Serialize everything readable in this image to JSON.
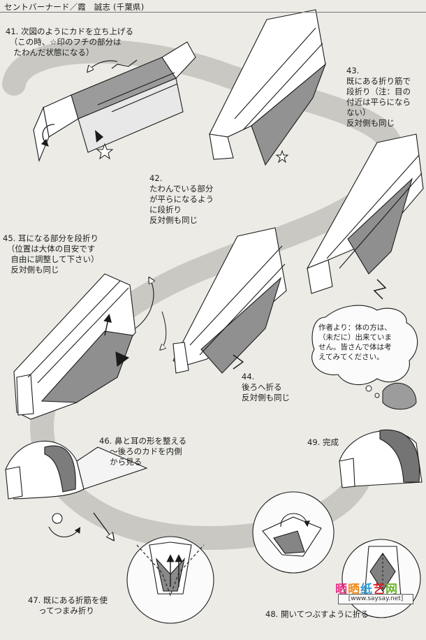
{
  "header": {
    "title": "セントバーナード／霞　誠志 (千葉県)"
  },
  "steps": {
    "s41": "41. 次図のようにカドを立ち上げる\n　（この時、☆印のフチの部分は\n　たわんだ状態になる）",
    "s42": "42.\nたわんでいる部分\nが平らになるよう\nに段折り\n反対側も同じ",
    "s43": "43.\n既にある折り筋で\n段折り（注：目の\n付近は平らになら\nない）\n反対側も同じ",
    "s44": "44.\n後ろへ折る\n反対側も同じ",
    "s45": "45. 耳になる部分を段折り\n　（位置は大体の目安です\n　自由に調整して下さい）\n　反対側も同じ",
    "s46": "46. 鼻と耳の形を整える\n　 ～後ろのカドを内側\n　 から見る",
    "s47": "47.  既にある折筋を使\n　   ってつまみ折り",
    "s48": "48. 開いてつぶすように折る",
    "s49": "49.  完成"
  },
  "note": {
    "text": "作者より：体の方は、\n（未だに）出来ていま\nせん。皆さんで体は考\nえてみてください。"
  },
  "watermark": {
    "brand": "晒晒纸艺网",
    "url": "[www.saysay.net]",
    "colors": [
      "#e8338a",
      "#f08a1c",
      "#2e9ad8",
      "#d9272e",
      "#6ab42d"
    ]
  },
  "colors": {
    "paper": "#ecebe6",
    "fold": "#ffffff",
    "shade": "#8b8b8b",
    "band": "#c9c8c3",
    "line": "#1b1b1b"
  }
}
